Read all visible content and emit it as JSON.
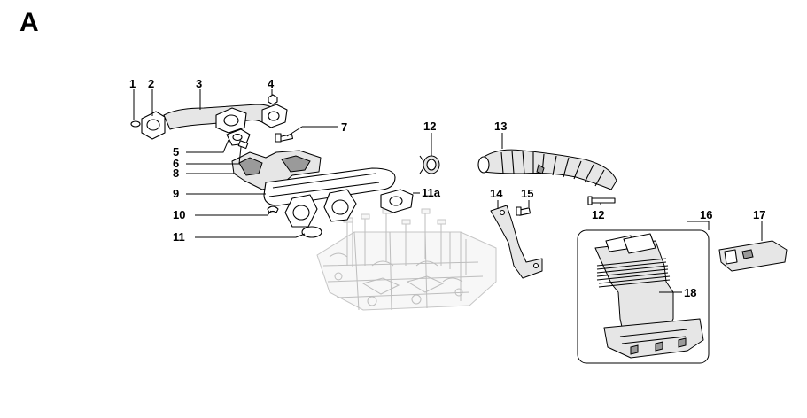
{
  "section_letter": "A",
  "callouts": [
    {
      "id": "c1",
      "label": "1"
    },
    {
      "id": "c2",
      "label": "2"
    },
    {
      "id": "c3",
      "label": "3"
    },
    {
      "id": "c4",
      "label": "4"
    },
    {
      "id": "c5",
      "label": "5"
    },
    {
      "id": "c6",
      "label": "6"
    },
    {
      "id": "c7",
      "label": "7"
    },
    {
      "id": "c8",
      "label": "8"
    },
    {
      "id": "c9",
      "label": "9"
    },
    {
      "id": "c10",
      "label": "10"
    },
    {
      "id": "c11",
      "label": "11"
    },
    {
      "id": "c11a",
      "label": "11a"
    },
    {
      "id": "c12a",
      "label": "12"
    },
    {
      "id": "c12b",
      "label": "12"
    },
    {
      "id": "c13",
      "label": "13"
    },
    {
      "id": "c14",
      "label": "14"
    },
    {
      "id": "c15",
      "label": "15"
    },
    {
      "id": "c16",
      "label": "16"
    },
    {
      "id": "c17",
      "label": "17"
    },
    {
      "id": "c18",
      "label": "18"
    }
  ]
}
